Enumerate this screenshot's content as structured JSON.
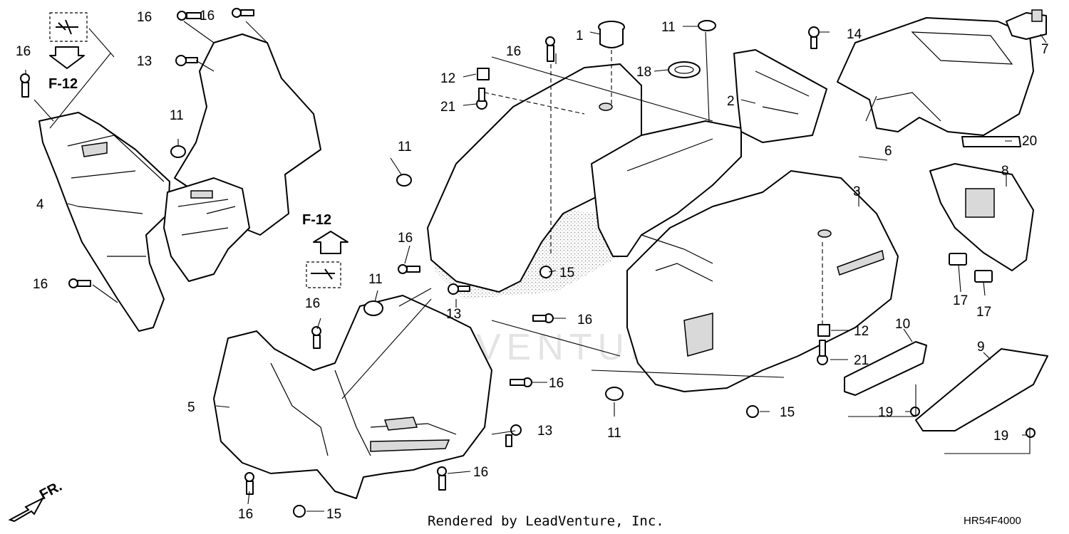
{
  "diagram": {
    "callouts": {
      "c1": "1",
      "c2": "2",
      "c3": "3",
      "c4": "4",
      "c5": "5",
      "c6": "6",
      "c7": "7",
      "c8": "8",
      "c9": "9",
      "c10": "10",
      "c11a": "11",
      "c11b": "11",
      "c11c": "11",
      "c11d": "11",
      "c11e": "11",
      "c12a": "12",
      "c12b": "12",
      "c13a": "13",
      "c13b": "13",
      "c13c": "13",
      "c14": "14",
      "c15a": "15",
      "c15b": "15",
      "c15c": "15",
      "c16a": "16",
      "c16b": "16",
      "c16c": "16",
      "c16d": "16",
      "c16e": "16",
      "c16f": "16",
      "c16g": "16",
      "c16h": "16",
      "c16i": "16",
      "c16j": "16",
      "c16k": "16",
      "c17a": "17",
      "c17b": "17",
      "c18": "18",
      "c19a": "19",
      "c19b": "19",
      "c20": "20",
      "c21a": "21",
      "c21b": "21"
    },
    "section_ref_top": "F-12",
    "section_ref_mid": "F-12",
    "front_indicator": "FR.",
    "credit": "Rendered by LeadVenture, Inc.",
    "diagram_code": "HR54F4000",
    "watermark": "LEADVENTURE"
  }
}
